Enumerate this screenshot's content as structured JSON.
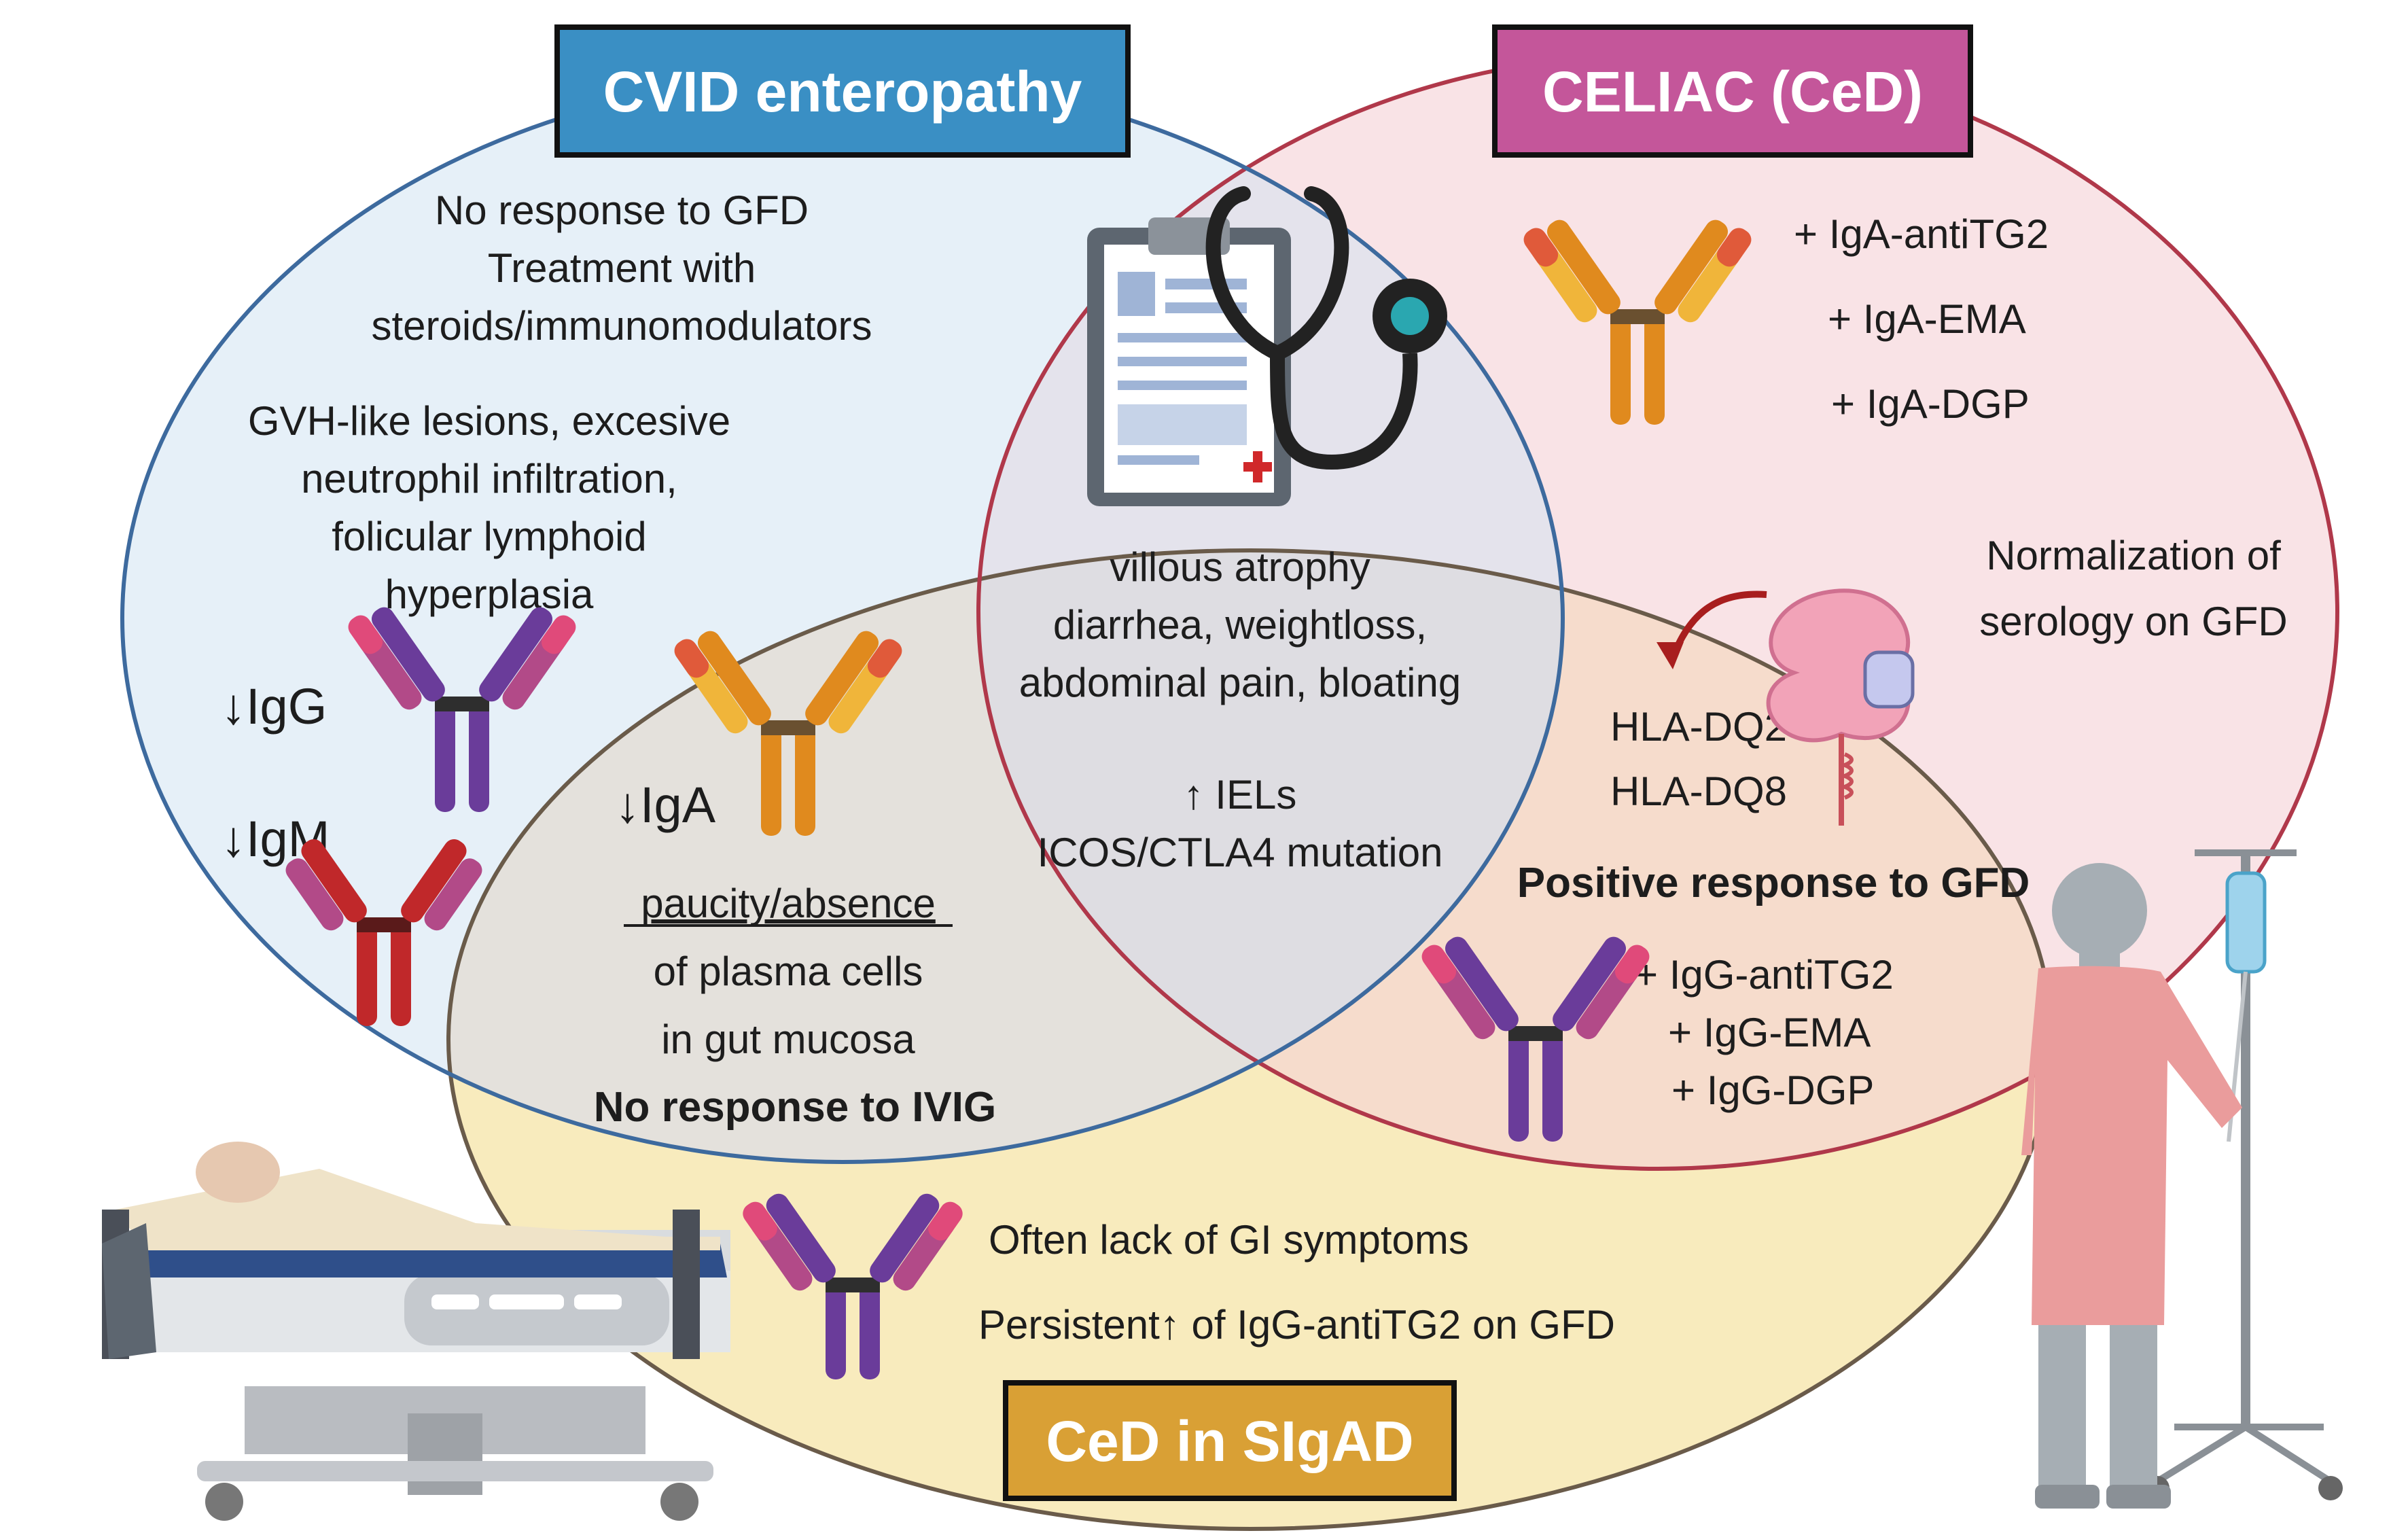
{
  "titles": {
    "cvid": "CVID enteropathy",
    "celiac": "CELIAC (CeD)",
    "sigad": "CeD in SIgAD"
  },
  "cvid": {
    "line1": "No response to GFD",
    "line2": "Treatment with",
    "line3": "steroids/immunomodulators",
    "line4": "GVH-like lesions, excesive",
    "line5": "neutrophil infiltration,",
    "line6": "folicular lymphoid",
    "line7": "hyperplasia",
    "igg": "↓IgG",
    "igm": "↓IgM"
  },
  "celiac": {
    "ab1": "+ IgA-antiTG2",
    "ab2": "+ IgA-EMA",
    "ab3": "+ IgA-DGP",
    "norm1": "Normalization of",
    "norm2": "serology on GFD",
    "hla1": "HLA-DQ2",
    "hla2": "HLA-DQ8",
    "positive": "Positive response to GFD",
    "igg1": "+ IgG-antiTG2",
    "igg2": "+ IgG-EMA",
    "igg3": "+ IgG-DGP"
  },
  "center": {
    "line1": "villous atrophy",
    "line2": "diarrhea, weightloss,",
    "line3": "abdominal pain, bloating",
    "line4": "↑ IELs",
    "line5": "ICOS/CTLA4 mutation"
  },
  "cvid_sigad": {
    "iga": "↓IgA",
    "line1": "paucity/absence",
    "line2": "of plasma cells",
    "line3": "in gut mucosa",
    "line4": "No response to IVIG"
  },
  "sigad": {
    "line1": "Often lack of GI symptoms",
    "line2": "Persistent↑ of IgG-antiTG2 on GFD"
  },
  "colors": {
    "cvid_title": "#3a8fc4",
    "celiac_title": "#c4569a",
    "sigad_title": "#d9a035",
    "cvid_fill": "#e6f0f8",
    "celiac_fill": "#f9e3e6",
    "sigad_fill": "#f8ebbd"
  }
}
